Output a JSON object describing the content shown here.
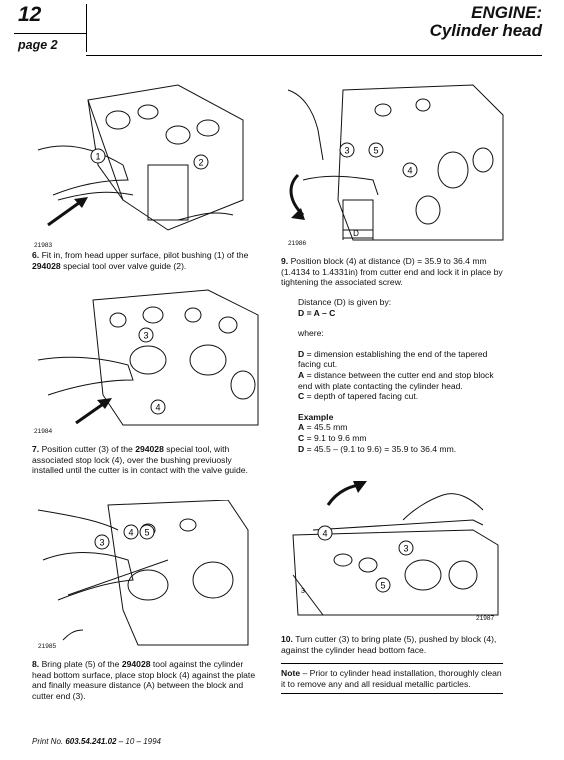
{
  "header": {
    "page_number": "12",
    "page_sub": "page 2",
    "section_title": "ENGINE:",
    "section_subtitle": "Cylinder head"
  },
  "figures": {
    "f1": {
      "id": "21983",
      "callouts": [
        "1",
        "2"
      ]
    },
    "f2": {
      "id": "21984",
      "callouts": [
        "3",
        "4"
      ]
    },
    "f3": {
      "id": "21985",
      "callouts": [
        "3",
        "4",
        "5"
      ]
    },
    "f4": {
      "id": "21986",
      "callouts": [
        "3",
        "5",
        "4",
        "D"
      ]
    },
    "f5": {
      "id": "21987",
      "callouts": [
        "4",
        "3",
        "5",
        "3"
      ]
    }
  },
  "steps": {
    "s6": {
      "num": "6.",
      "pre": "Fit in, from head upper surface, pilot bushing (1) of the ",
      "tool": "294028",
      "post": " special tool over valve guide (2)."
    },
    "s7": {
      "num": "7.",
      "pre": "Position cutter (3) of the ",
      "tool": "294028",
      "post": " special tool, with associated stop lock (4), over the bushing previuosly installed until the cutter is in contact with the valve guide."
    },
    "s8": {
      "num": "8.",
      "pre": "Bring plate (5) of the ",
      "tool": "294028",
      "post": " tool against the cylinder head bottom surface, place stop block (4) against the plate and finally measure distance (A) between the block and cutter end (3)."
    },
    "s9": {
      "num": "9.",
      "text": "Position block (4) at distance (D) = 35.9 to 36.4 mm (1.4134 to 1.4331in) from cutter end and lock it in place by tightening the associated screw."
    },
    "s10": {
      "num": "10.",
      "text": "Turn cutter (3) to bring plate (5), pushed by block (4), against the cylinder head bottom face."
    }
  },
  "distance": {
    "intro": "Distance (D) is given by:",
    "formula": "D = A – C",
    "where": "where:",
    "def_d_key": "D",
    "def_d": " = dimension establishing the end of the tapered facing cut.",
    "def_a_key": "A",
    "def_a": " = distance between the cutter end and stop block end with plate contacting the cylinder head.",
    "def_c_key": "C",
    "def_c": " = depth of tapered facing cut."
  },
  "example": {
    "title": "Example",
    "a_key": "A",
    "a_val": " = 45.5 mm",
    "c_key": "C",
    "c_val": " = 9.1 to 9.6 mm",
    "d_key": "D",
    "d_val": " = 45.5 – (9.1 to 9.6) = 35.9 to 36.4 mm."
  },
  "note": {
    "label": "Note",
    "text": " – Prior to cylinder head installation, thoroughly clean it to remove any and all residual metallic particles."
  },
  "footer": {
    "prefix": "Print No. ",
    "code": "603.54.241.02",
    "suffix": " – 10 – 1994"
  }
}
